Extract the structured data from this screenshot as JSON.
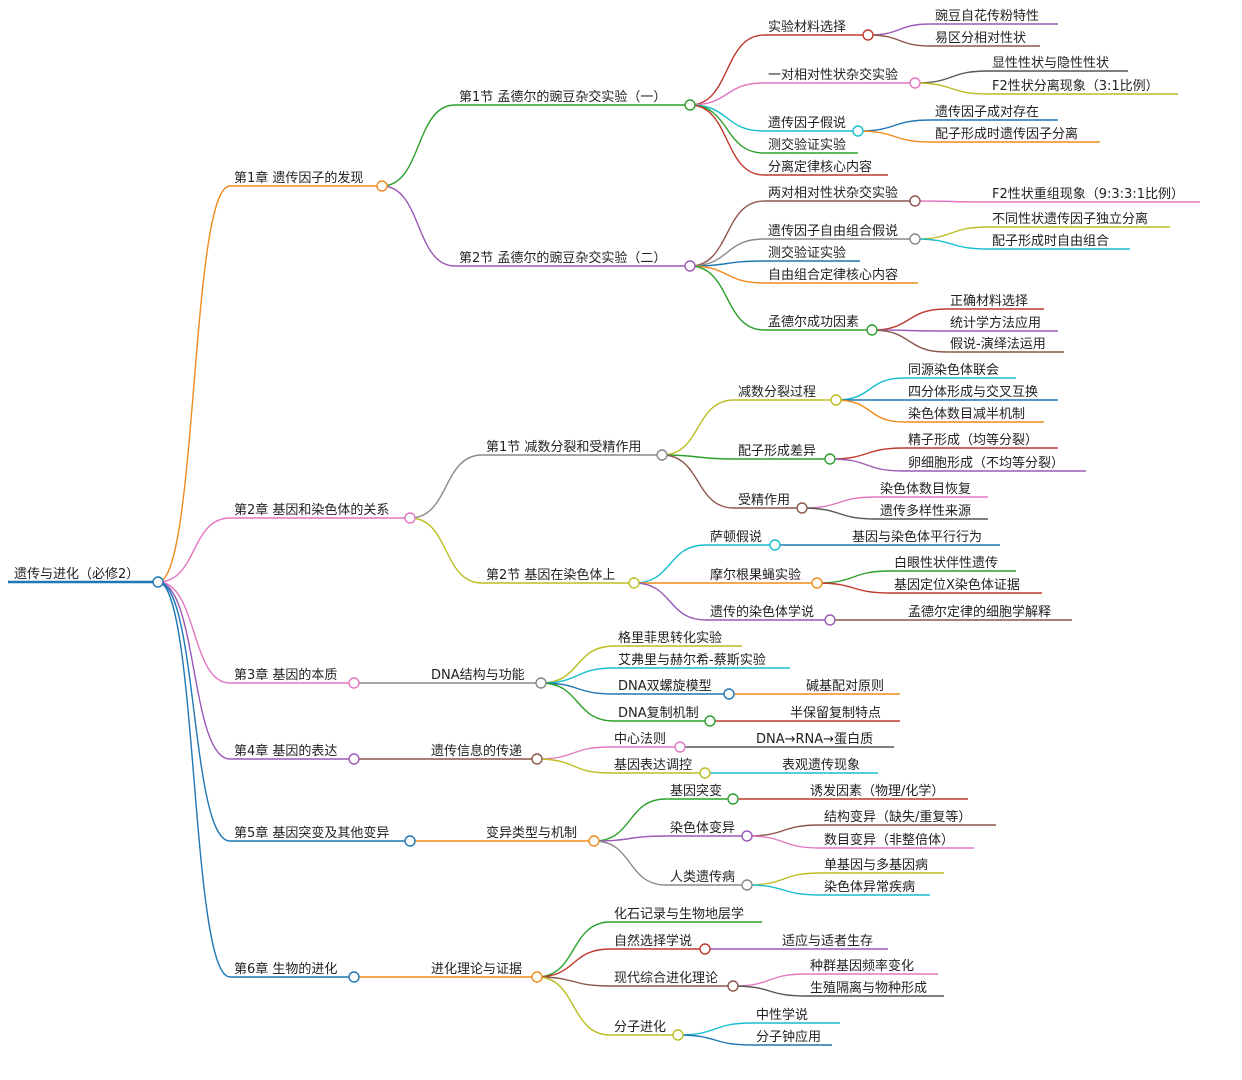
{
  "root": "遗传与进化（必修2）",
  "chapters": [
    {
      "label": "第1章 遗传因子的发现",
      "color": "#f08c1e",
      "children": [
        {
          "label": "第1节 孟德尔的豌豆杂交实验（一）",
          "color": "#2ca02c",
          "children": [
            {
              "label": "实验材料选择",
              "color": "#c0392b",
              "children": [
                {
                  "label": "豌豆自花传粉特性",
                  "color": "#9b59b6"
                },
                {
                  "label": "易区分相对性状",
                  "color": "#8c564b"
                }
              ]
            },
            {
              "label": "一对相对性状杂交实验",
              "color": "#e377c2",
              "children": [
                {
                  "label": "显性性状与隐性性状",
                  "color": "#555555"
                },
                {
                  "label": "F2性状分离现象（3:1比例）",
                  "color": "#bcbd22"
                }
              ]
            },
            {
              "label": "遗传因子假说",
              "color": "#17becf",
              "children": [
                {
                  "label": "遗传因子成对存在",
                  "color": "#1f77b4"
                },
                {
                  "label": "配子形成时遗传因子分离",
                  "color": "#f08c1e"
                }
              ]
            },
            {
              "label": "测交验证实验",
              "color": "#2ca02c"
            },
            {
              "label": "分离定律核心内容",
              "color": "#c0392b"
            }
          ]
        },
        {
          "label": "第2节 孟德尔的豌豆杂交实验（二）",
          "color": "#9b59b6",
          "children": [
            {
              "label": "两对相对性状杂交实验",
              "color": "#8c564b",
              "children": [
                {
                  "label": "F2性状重组现象（9:3:3:1比例）",
                  "color": "#e377c2"
                }
              ]
            },
            {
              "label": "遗传因子自由组合假说",
              "color": "#888888",
              "children": [
                {
                  "label": "不同性状遗传因子独立分离",
                  "color": "#bcbd22"
                },
                {
                  "label": "配子形成时自由组合",
                  "color": "#17becf"
                }
              ]
            },
            {
              "label": "测交验证实验",
              "color": "#1f77b4"
            },
            {
              "label": "自由组合定律核心内容",
              "color": "#f08c1e"
            },
            {
              "label": "孟德尔成功因素",
              "color": "#2ca02c",
              "children": [
                {
                  "label": "正确材料选择",
                  "color": "#c0392b"
                },
                {
                  "label": "统计学方法应用",
                  "color": "#9b59b6"
                },
                {
                  "label": "假说-演绎法运用",
                  "color": "#8c564b"
                }
              ]
            }
          ]
        }
      ]
    },
    {
      "label": "第2章 基因和染色体的关系",
      "color": "#e377c2",
      "children": [
        {
          "label": "第1节 减数分裂和受精作用",
          "color": "#888888",
          "children": [
            {
              "label": "减数分裂过程",
              "color": "#bcbd22",
              "children": [
                {
                  "label": "同源染色体联会",
                  "color": "#17becf"
                },
                {
                  "label": "四分体形成与交叉互换",
                  "color": "#1f77b4"
                },
                {
                  "label": "染色体数目减半机制",
                  "color": "#f08c1e"
                }
              ]
            },
            {
              "label": "配子形成差异",
              "color": "#2ca02c",
              "children": [
                {
                  "label": "精子形成（均等分裂）",
                  "color": "#c0392b"
                },
                {
                  "label": "卵细胞形成（不均等分裂）",
                  "color": "#9b59b6"
                }
              ]
            },
            {
              "label": "受精作用",
              "color": "#8c564b",
              "children": [
                {
                  "label": "染色体数目恢复",
                  "color": "#e377c2"
                },
                {
                  "label": "遗传多样性来源",
                  "color": "#555555"
                }
              ]
            }
          ]
        },
        {
          "label": "第2节 基因在染色体上",
          "color": "#bcbd22",
          "children": [
            {
              "label": "萨顿假说",
              "color": "#17becf",
              "children": [
                {
                  "label": "基因与染色体平行行为",
                  "color": "#1f77b4"
                }
              ]
            },
            {
              "label": "摩尔根果蝇实验",
              "color": "#f08c1e",
              "children": [
                {
                  "label": "白眼性状伴性遗传",
                  "color": "#2ca02c"
                },
                {
                  "label": "基因定位X染色体证据",
                  "color": "#c0392b"
                }
              ]
            },
            {
              "label": "遗传的染色体学说",
              "color": "#9b59b6",
              "children": [
                {
                  "label": "孟德尔定律的细胞学解释",
                  "color": "#8c564b"
                }
              ]
            }
          ]
        }
      ]
    },
    {
      "label": "第3章 基因的本质",
      "color": "#e377c2",
      "children": [
        {
          "label": "DNA结构与功能",
          "color": "#888888",
          "children": [
            {
              "label": "格里菲思转化实验",
              "color": "#bcbd22"
            },
            {
              "label": "艾弗里与赫尔希-蔡斯实验",
              "color": "#17becf"
            },
            {
              "label": "DNA双螺旋模型",
              "color": "#1f77b4",
              "children": [
                {
                  "label": "碱基配对原则",
                  "color": "#f08c1e"
                }
              ]
            },
            {
              "label": "DNA复制机制",
              "color": "#2ca02c",
              "children": [
                {
                  "label": "半保留复制特点",
                  "color": "#c0392b"
                }
              ]
            }
          ]
        }
      ]
    },
    {
      "label": "第4章 基因的表达",
      "color": "#9b59b6",
      "children": [
        {
          "label": "遗传信息的传递",
          "color": "#8c564b",
          "children": [
            {
              "label": "中心法则",
              "color": "#e377c2",
              "children": [
                {
                  "label": "DNA→RNA→蛋白质",
                  "color": "#555555"
                }
              ]
            },
            {
              "label": "基因表达调控",
              "color": "#bcbd22",
              "children": [
                {
                  "label": "表观遗传现象",
                  "color": "#17becf"
                }
              ]
            }
          ]
        }
      ]
    },
    {
      "label": "第5章 基因突变及其他变异",
      "color": "#1f77b4",
      "children": [
        {
          "label": "变异类型与机制",
          "color": "#f08c1e",
          "children": [
            {
              "label": "基因突变",
              "color": "#2ca02c",
              "children": [
                {
                  "label": "诱发因素（物理/化学）",
                  "color": "#c0392b"
                }
              ]
            },
            {
              "label": "染色体变异",
              "color": "#9b59b6",
              "children": [
                {
                  "label": "结构变异（缺失/重复等）",
                  "color": "#8c564b"
                },
                {
                  "label": "数目变异（非整倍体）",
                  "color": "#e377c2"
                }
              ]
            },
            {
              "label": "人类遗传病",
              "color": "#888888",
              "children": [
                {
                  "label": "单基因与多基因病",
                  "color": "#bcbd22"
                },
                {
                  "label": "染色体异常疾病",
                  "color": "#17becf"
                }
              ]
            }
          ]
        }
      ]
    },
    {
      "label": "第6章 生物的进化",
      "color": "#1f77b4",
      "children": [
        {
          "label": "进化理论与证据",
          "color": "#f08c1e",
          "children": [
            {
              "label": "化石记录与生物地层学",
              "color": "#2ca02c"
            },
            {
              "label": "自然选择学说",
              "color": "#c0392b",
              "children": [
                {
                  "label": "适应与适者生存",
                  "color": "#9b59b6"
                }
              ]
            },
            {
              "label": "现代综合进化理论",
              "color": "#8c564b",
              "children": [
                {
                  "label": "种群基因频率变化",
                  "color": "#e377c2"
                },
                {
                  "label": "生殖隔离与物种形成",
                  "color": "#555555"
                }
              ]
            },
            {
              "label": "分子进化",
              "color": "#bcbd22",
              "children": [
                {
                  "label": "中性学说",
                  "color": "#17becf"
                },
                {
                  "label": "分子钟应用",
                  "color": "#1f77b4"
                }
              ]
            }
          ]
        }
      ]
    }
  ]
}
